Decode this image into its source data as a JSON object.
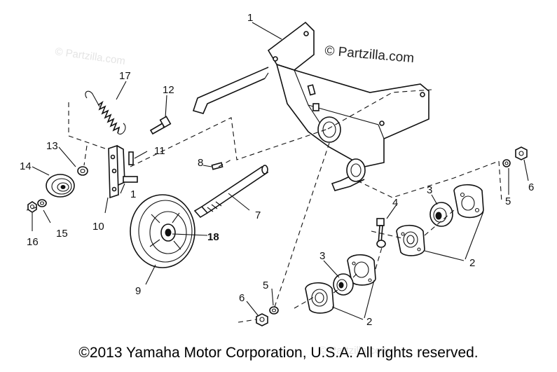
{
  "watermark": {
    "main": "© Partzilla.com",
    "ghost_top_left": "© Partzilla.com",
    "ghost_bottom": "© Partzilla.com"
  },
  "copyright": "©2013 Yamaha Motor Corporation, U.S.A. All rights reserved.",
  "callouts": {
    "c1_bracket": "1",
    "c1_pin": "1",
    "c2_upper": "2",
    "c2_lower": "2",
    "c3_upper": "3",
    "c3_lower": "3",
    "c4": "4",
    "c5_right": "5",
    "c5_bottom": "5",
    "c6_right": "6",
    "c6_bottom": "6",
    "c7": "7",
    "c8": "8",
    "c9": "9",
    "c10": "10",
    "c11": "11",
    "c12": "12",
    "c13": "13",
    "c14": "14",
    "c15": "15",
    "c16": "16",
    "c17": "17",
    "c18": "18"
  }
}
